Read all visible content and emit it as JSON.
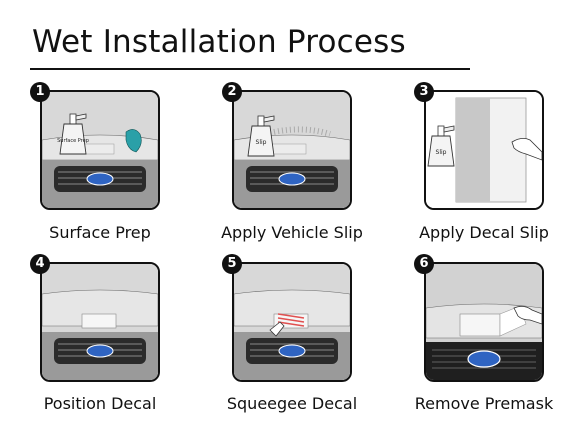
{
  "title": "Wet Installation Process",
  "steps": [
    {
      "number": "1",
      "label": "Surface Prep",
      "bottle_text": "Surface Prep"
    },
    {
      "number": "2",
      "label": "Apply Vehicle Slip",
      "bottle_text": "Slip"
    },
    {
      "number": "3",
      "label": "Apply Decal Slip",
      "bottle_text": "Slip"
    },
    {
      "number": "4",
      "label": "Position Decal"
    },
    {
      "number": "5",
      "label": "Squeegee Decal"
    },
    {
      "number": "6",
      "label": "Remove Premask"
    }
  ],
  "colors": {
    "outline": "#111111",
    "emblem_blue": "#2f64c2",
    "hood_gray": "#d2d2d2",
    "grille_dark": "#2b2b2b",
    "towel_teal": "#2aa0a8"
  }
}
